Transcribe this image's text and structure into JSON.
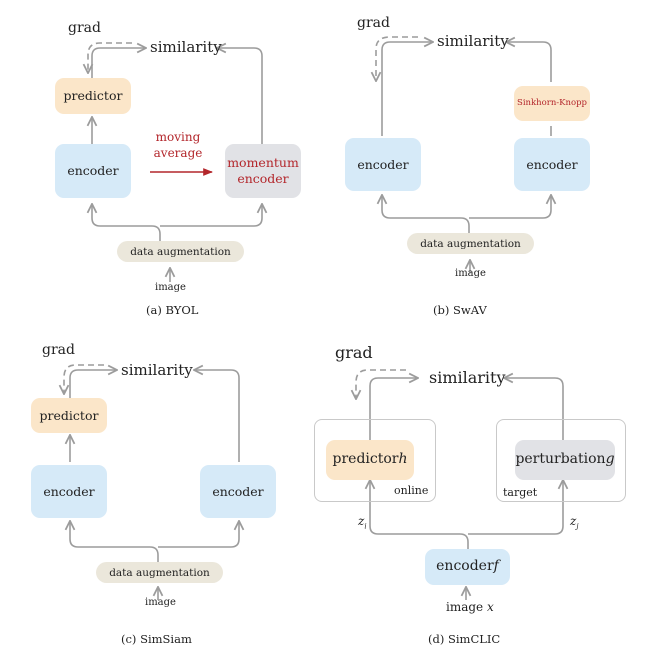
{
  "panels": {
    "byol": {
      "caption": "(a)  BYOL",
      "grad": "grad",
      "similarity": "similarity",
      "predictor": "predictor",
      "encoder": "encoder",
      "momentum_encoder": "momentum encoder",
      "moving_average": "moving average",
      "data_augmentation": "data augmentation",
      "image": "image"
    },
    "swav": {
      "caption": "(b)  SwAV",
      "grad": "grad",
      "similarity": "similarity",
      "sinkhorn_knopp": "Sinkhorn-Knopp",
      "encoder_left": "encoder",
      "encoder_right": "encoder",
      "data_augmentation": "data augmentation",
      "image": "image"
    },
    "simsiam": {
      "caption": "(c)  SimSiam",
      "grad": "grad",
      "similarity": "similarity",
      "predictor": "predictor",
      "encoder_left": "encoder",
      "encoder_right": "encoder",
      "data_augmentation": "data augmentation",
      "image": "image"
    },
    "simclic": {
      "caption": "(d)  SimCLIC",
      "grad": "grad",
      "similarity": "similarity",
      "predictor": "predictor h",
      "perturbation": "perturbation g",
      "online": "online",
      "target": "target",
      "z_i": "z",
      "z_i_sub": "i",
      "z_j": "z",
      "z_j_sub": "j",
      "encoder": "encoder f",
      "image": "image x"
    }
  },
  "colors": {
    "encoder_fill": "#d6eaf8",
    "predictor_fill": "#fbe6c9",
    "momentum_fill": "#e1e2e6",
    "augmentation_fill": "#ebe7db",
    "arrow": "#9c9c9c",
    "accent_red": "#b3262b"
  }
}
